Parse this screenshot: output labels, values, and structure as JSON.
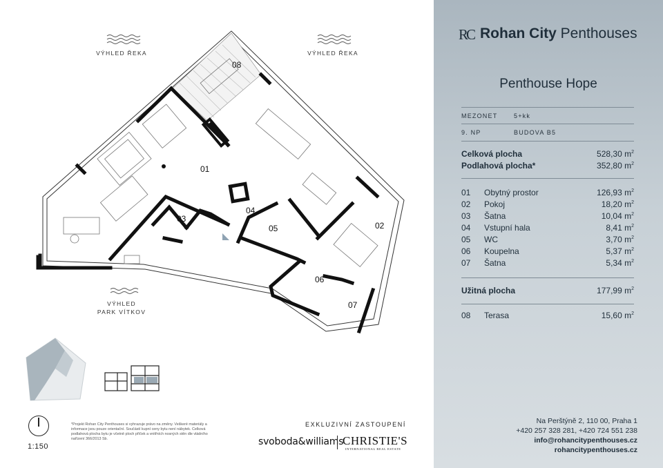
{
  "header": {
    "brand_bold": "Rohan City",
    "brand_rest": " Penthouses",
    "monogram": "RC",
    "title": "Penthouse Hope"
  },
  "meta": {
    "type_label": "MEZONET",
    "layout": "5+kk",
    "floor": "9. NP",
    "building": "BUDOVA B5"
  },
  "totals": {
    "total_label": "Celková plocha",
    "total_value": "528,30 m",
    "floor_label": "Podlahová plocha*",
    "floor_value": "352,80 m",
    "unit_sup": "2"
  },
  "rooms": [
    {
      "num": "01",
      "name": "Obytný prostor",
      "area": "126,93 m"
    },
    {
      "num": "02",
      "name": "Pokoj",
      "area": "18,20 m"
    },
    {
      "num": "03",
      "name": "Šatna",
      "area": "10,04 m"
    },
    {
      "num": "04",
      "name": "Vstupní hala",
      "area": "8,41 m"
    },
    {
      "num": "05",
      "name": "WC",
      "area": "3,70 m"
    },
    {
      "num": "06",
      "name": "Koupelna",
      "area": "5,37 m"
    },
    {
      "num": "07",
      "name": "Šatna",
      "area": "5,34 m"
    }
  ],
  "usable": {
    "label": "Užitná plocha",
    "value": "177,99 m"
  },
  "terrace": {
    "num": "08",
    "name": "Terasa",
    "area": "15,60 m"
  },
  "plan": {
    "view_left": "VÝHLED ŘEKA",
    "view_right": "VÝHLED ŘEKA",
    "view_bottom_1": "VÝHLED",
    "view_bottom_2": "PARK VÍTKOV",
    "labels": [
      "08",
      "01",
      "03",
      "04",
      "05",
      "02",
      "06",
      "07"
    ]
  },
  "footer": {
    "scale": "1:150",
    "disclaimer": "*Projekt Rohan City Penthouses si vyhrazuje právo na změny. Veškeré materiály a informace jsou pouze orientační. Součástí kupní ceny bytu není nábytek. Celková podlahová plocha bytu je včetně ploch příček a vnitřních nosných stěn dle vládního nařízení 366/2013 Sb.",
    "exclusive": "EXKLUZIVNÍ ZASTOUPENÍ",
    "agency1": "svoboda&williams",
    "agency2": "CHRISTIE'S",
    "agency2_sub": "INTERNATIONAL REAL ESTATE"
  },
  "contact": {
    "address": "Na Perštýně 2, 110 00, Praha 1",
    "phones": "+420 257 328 281, +420 724 551 238",
    "email": "info@rohancitypenthouses.cz",
    "web": "rohancitypenthouses.cz"
  },
  "colors": {
    "panel_top": "#aab6bf",
    "panel_bottom": "#d8dee2",
    "text": "#1f2e3a",
    "wall": "#111111"
  }
}
